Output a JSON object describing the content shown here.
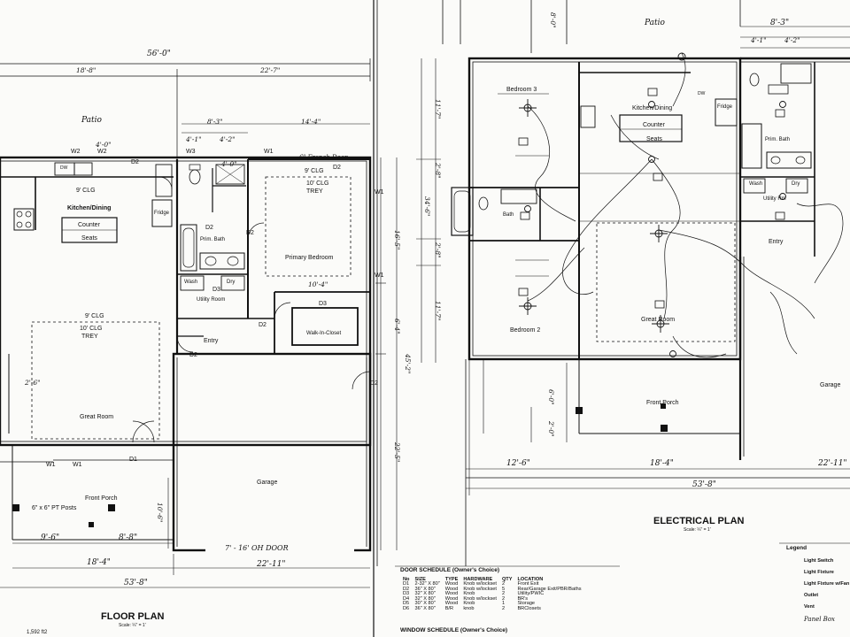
{
  "floor_plan": {
    "title": "FLOOR PLAN",
    "scale": "Scale: ¼\" = 1'",
    "area": "1,592 ft2",
    "rooms": {
      "patio": "Patio",
      "kitchen_clg": "9' CLG",
      "kitchen": "Kitchen/Dining",
      "counter": "Counter",
      "seats": "Seats",
      "fridge": "Fridge",
      "dw": "DW",
      "prim_bath": "Prim. Bath",
      "wash": "Wash",
      "dry": "Dry",
      "utility": "Utility Room",
      "bed_clg": "10' CLG",
      "bed_trey": "TREY",
      "bed_clg_top": "9' CLG",
      "primary_bedroom": "Primary Bedroom",
      "walk_in": "Walk-In-Closet",
      "great_clg1": "9' CLG",
      "great_clg2": "10' CLG",
      "great_trey": "TREY",
      "great_room": "Great Room",
      "entry": "Entry",
      "garage": "Garage",
      "front_porch": "Front Porch",
      "posts": "6\" x 6\" PT Posts",
      "french_door": "6⁰ French Door",
      "garage_door": "7' - 16' OH DOOR"
    },
    "doors": [
      "D2",
      "D2",
      "D2",
      "D2",
      "D3",
      "D3",
      "D2",
      "D2",
      "D1",
      "D2"
    ],
    "windows": [
      "W2",
      "W2",
      "W3",
      "W1",
      "W1",
      "W1",
      "W1",
      "W1"
    ],
    "dims": {
      "overall_top": "56'-0\"",
      "seg1": "18'-8\"",
      "seg2": "22'-7\"",
      "bath_w": "8'-3\"",
      "bed_w": "14'-4\"",
      "bath_a": "4'-1\"",
      "bath_b": "4'-2\"",
      "kw": "4'-0\"",
      "right_a": "16'-5\"",
      "right_b": "6'-4\"",
      "right_c": "22'-5\"",
      "right_total": "45'-2\"",
      "bot_a": "9'-6\"",
      "bot_b": "8'-8\"",
      "bot_c": "18'-4\"",
      "bot_d": "22'-11\"",
      "bot_total": "53'-8\"",
      "porch_d": "10'-6\"",
      "small1": "2'-6\"",
      "small2": "10'-4\"",
      "small3": "4'-0\""
    }
  },
  "electrical_plan": {
    "title": "ELECTRICAL PLAN",
    "scale": "Scale: ¼\" = 1'",
    "rooms": {
      "patio": "Patio",
      "bedroom3": "Bedroom 3",
      "kitchen": "Kitchen/Dining",
      "counter": "Counter",
      "seats": "Seats",
      "fridge": "Fridge",
      "dw": "DW",
      "prim_bath": "Prim. Bath",
      "wash": "Wash",
      "dry": "Dry",
      "utility": "Utility Rm",
      "bath": "Bath",
      "entry": "Entry",
      "great_room": "Great Room",
      "bedroom2": "Bedroom 2",
      "front_porch": "Front Porch",
      "garage": "Garage"
    },
    "dims": {
      "top_a": "8'-3\"",
      "top_b": "4'-1\"",
      "top_c": "4'-2\"",
      "top_d": "8'-0\"",
      "left_a": "11'-7\"",
      "left_b": "2'-8\"",
      "left_c": "34'-6\"",
      "left_d": "2'-8\"",
      "left_e": "11'-7\"",
      "porch_a": "6'-0\"",
      "porch_b": "2'-0\"",
      "bot_a": "12'-6\"",
      "bot_b": "18'-4\"",
      "bot_c": "22'-11\"",
      "bot_total": "53'-8\""
    }
  },
  "door_schedule": {
    "title": "DOOR SCHEDULE (Owner's Choice)",
    "columns": [
      "No",
      "SIZE",
      "TYPE",
      "HARDWARE",
      "QTY",
      "LOCATION"
    ],
    "rows": [
      [
        "D1",
        "2-32\" X 80\"",
        "Wood",
        "Knob w/lockset",
        "2",
        "Front Exit"
      ],
      [
        "D2",
        "36\" X 80\"",
        "Wood",
        "Knob w/lockset",
        "5",
        "Rear/Garage Exit/PBR/Baths"
      ],
      [
        "D3",
        "32\" X 80\"",
        "Wood",
        "Knob",
        "2",
        "Utility/PWIC"
      ],
      [
        "D4",
        "32\" X 80\"",
        "Wood",
        "Knob w/lockset",
        "2",
        "BR's"
      ],
      [
        "D5",
        "30\" X 80\"",
        "Wood",
        "Knob",
        "1",
        "Storage"
      ],
      [
        "D6",
        "36\" X 80\"",
        "B/R",
        "knob",
        "2",
        "BRClosets"
      ]
    ]
  },
  "window_schedule": {
    "title": "WINDOW SCHEDULE (Owner's Choice)"
  },
  "legend": {
    "title": "Legend",
    "items": [
      "Light Switch",
      "Light Fixture",
      "Light Fixture w/Fan",
      "Outlet",
      "Vent",
      "Panel Box"
    ]
  }
}
